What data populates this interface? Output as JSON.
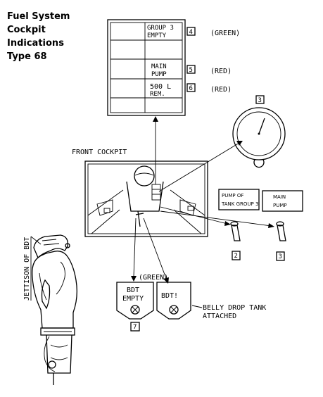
{
  "title": {
    "lines": [
      "Fuel System",
      "Cockpit",
      "Indications",
      "Type 68"
    ]
  },
  "panel": {
    "group3_empty": [
      "GROUP 3",
      "EMPTY"
    ],
    "main_pump": [
      "MAIN",
      "PUMP"
    ],
    "fuel_remaining": [
      "500 L",
      "REM."
    ]
  },
  "callouts": {
    "n3_gauge": "3",
    "n4": "4",
    "n5": "5",
    "n6": "6",
    "n2": "2",
    "n3_switch": "3",
    "n7": "7"
  },
  "colors_text": {
    "green": "(GREEN)",
    "red1": "(RED)",
    "red2": "(RED)",
    "green_bdt": "(GREEN)"
  },
  "front_cockpit": "FRONT COCKPIT",
  "switch_labels": {
    "pump_of_tank_group": [
      "PUMP OF",
      "TANK GROUP 3"
    ],
    "main_pump": [
      "MAIN",
      "PUMP"
    ]
  },
  "bdt_lights": {
    "empty": [
      "BDT",
      "EMPTY"
    ],
    "attached": "BDT!"
  },
  "belly_drop_tank": [
    "BELLY DROP TANK",
    "ATTACHED"
  ],
  "jettison": "JETTISON OF BDT",
  "indicator_colors": {
    "green": "#000000",
    "red": "#000000"
  }
}
